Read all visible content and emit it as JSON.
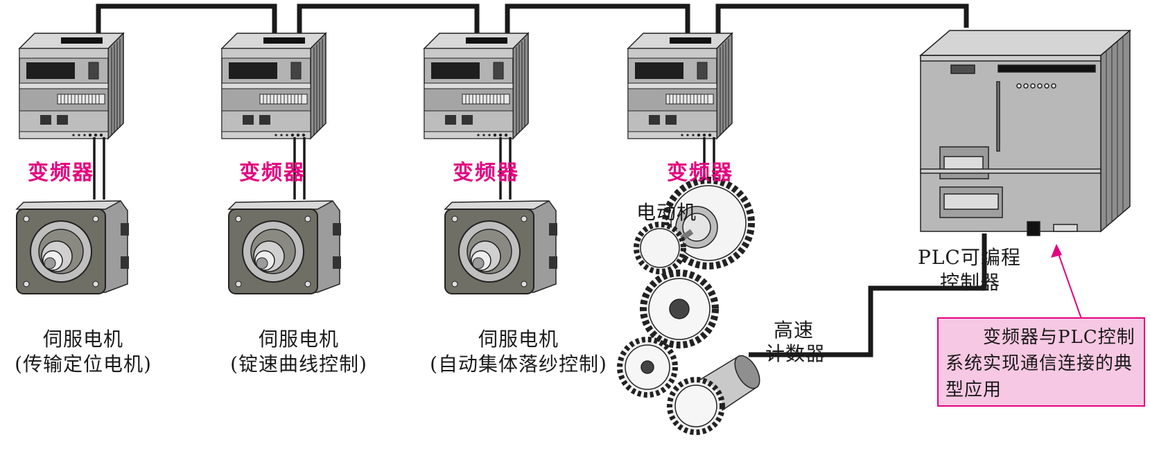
{
  "vfd_label": "变频器",
  "servo_label": "伺服电机",
  "motors": [
    {
      "sub": "(传输定位电机)"
    },
    {
      "sub": "(锭速曲线控制)"
    },
    {
      "sub": "(自动集体落纱控制)"
    }
  ],
  "motor_label": "电动机",
  "counter_label": {
    "line1": "高速",
    "line2": "计数器"
  },
  "plc_label": {
    "line1": "PLC可编程",
    "line2": "控制器"
  },
  "note": "变频器与PLC控制系统实现通信连接的典型应用",
  "colors": {
    "accent": "#e4007f",
    "note_bg": "#f7c8e3",
    "device_gray": "#a9a9a9",
    "cable": "#1a1a1a"
  }
}
